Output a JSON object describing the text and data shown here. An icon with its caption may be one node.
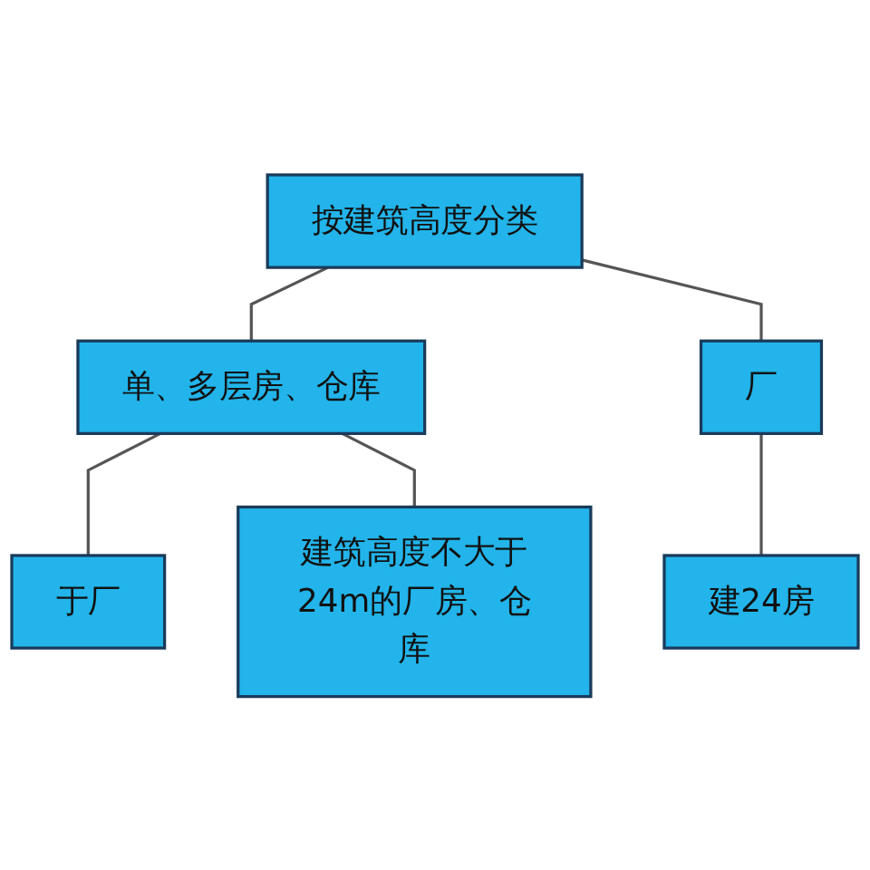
{
  "diagram": {
    "nodes": [
      {
        "text": [
          "按建筑高度分类"
        ]
      },
      {
        "text": [
          "单、多层房、仓库"
        ]
      },
      {
        "text": [
          "厂"
        ]
      },
      {
        "text": [
          "于厂"
        ]
      },
      {
        "text": [
          "建筑高度不大于24m的厂房、仓库"
        ]
      },
      {
        "text": [
          "建24房"
        ]
      }
    ],
    "edges": [
      {
        "from": 0,
        "to": 1,
        "arrow": "none"
      },
      {
        "from": 0,
        "to": 2,
        "arrow": "none"
      },
      {
        "from": 1,
        "to": 3,
        "arrow": "none"
      },
      {
        "from": 1,
        "to": 4,
        "arrow": "none"
      },
      {
        "from": 2,
        "to": 5,
        "arrow": "none"
      }
    ]
  }
}
